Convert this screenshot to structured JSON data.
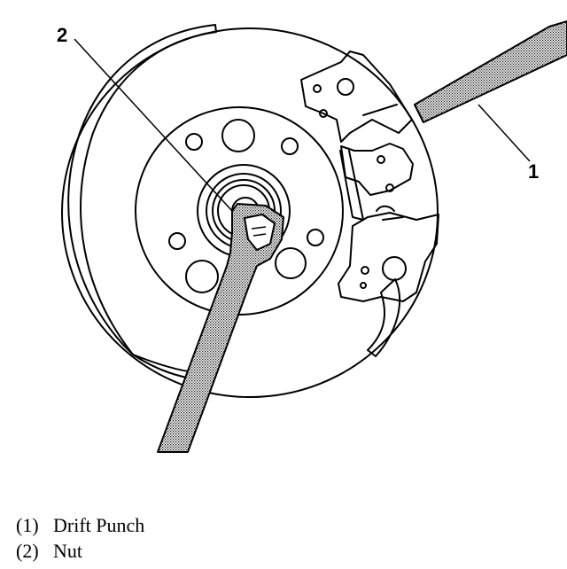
{
  "callouts": [
    {
      "number": "1"
    },
    {
      "number": "2"
    }
  ],
  "legend": [
    {
      "number": "(1)",
      "label": "Drift Punch"
    },
    {
      "number": "(2)",
      "label": "Nut"
    }
  ],
  "colors": {
    "line": "#000000",
    "tool_fill": "#b5b5b5",
    "background": "#ffffff"
  },
  "icons": {
    "drift_punch": "drift-punch-tool",
    "wrench": "wrench-tool"
  }
}
